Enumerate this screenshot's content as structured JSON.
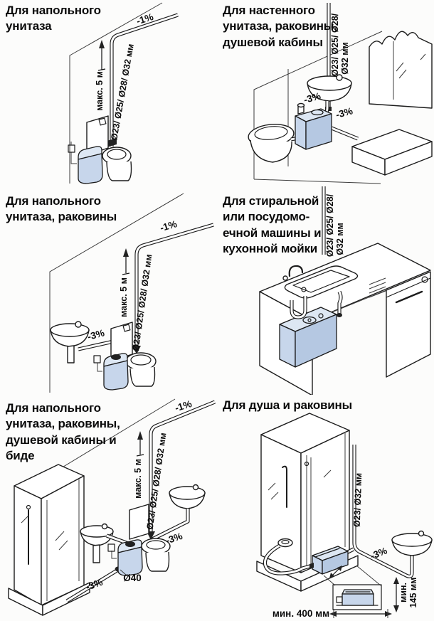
{
  "colors": {
    "pump_top": "#dde7f3",
    "pump_front": "#c7d6eb",
    "pump_side": "#b5c8e2",
    "outline": "#1a1a1a"
  },
  "panels": {
    "p1": {
      "title": "Для напольного\nунитаза",
      "labels": {
        "slope_top": "-1%",
        "max_height": "макс. 5 м",
        "diameters": "Ø23/ Ø25/ Ø28/ Ø32 мм"
      }
    },
    "p2": {
      "title": "Для настенного\nунитаза, раковины,\nдушевой кабины",
      "labels": {
        "diameters_1": "Ø23/ Ø25/ Ø28/",
        "diameters_2": "Ø32 мм",
        "slope_sink": "-3%",
        "slope_shower": "-3%"
      }
    },
    "p3": {
      "title": "Для напольного\nунитаза, раковины",
      "labels": {
        "slope_top": "-1%",
        "max_height": "макс. 5 м",
        "diameters": "Ø23/ Ø25/ Ø28/ Ø32 мм",
        "slope_sink": "-3%"
      }
    },
    "p4": {
      "title": "Для стиральной\nили посудомо-\nечной машины и\nкухонной мойки",
      "labels": {
        "diameters_1": "Ø23/ Ø25/ Ø28/",
        "diameters_2": "Ø32 мм"
      }
    },
    "p5": {
      "title": "Для напольного\nунитаза, раковины,\nдушевой кабины и\nбиде",
      "labels": {
        "slope_top": "-1%",
        "max_height": "макс. 5 м",
        "diameters": "Ø23/ Ø25/ Ø28/ Ø32 мм",
        "slope_bidet": "-3%",
        "outlet_diameter": "Ø40",
        "slope_shower": "-3%"
      }
    },
    "p6": {
      "title": "Для душа и раковины",
      "labels": {
        "diameters": "Ø23/ Ø32 мм",
        "slope_sink": "-3%",
        "min_width": "мин. 400 мм",
        "min_height_1": "мин.",
        "min_height_2": "145 мм"
      }
    }
  }
}
